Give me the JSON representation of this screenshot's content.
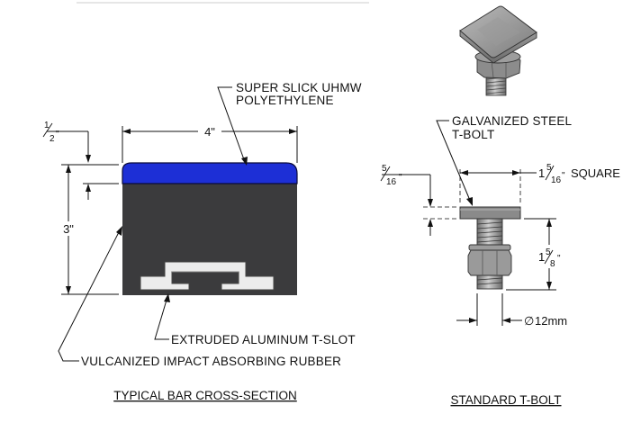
{
  "labels": {
    "uhmw_line1": "SUPER SLICK UHMW",
    "uhmw_line2": "POLYETHYLENE",
    "tslot": "EXTRUDED ALUMINUM T-SLOT",
    "rubber": "VULCANIZED IMPACT ABSORBING RUBBER",
    "tbolt_line1": "GALVANIZED STEEL",
    "tbolt_line2": "T-BOLT"
  },
  "dimensions": {
    "width": "4\"",
    "height": "3\"",
    "uhmw_thickness": {
      "whole": "",
      "num": "1",
      "den": "2",
      "unit": "\""
    },
    "head_thickness": {
      "whole": "",
      "num": "5",
      "den": "16",
      "unit": "\""
    },
    "head_size": {
      "whole": "1",
      "num": "5",
      "den": "16",
      "unit": "\"",
      "suffix": "SQUARE"
    },
    "bolt_length": {
      "whole": "1",
      "num": "5",
      "den": "8",
      "unit": "\""
    },
    "diameter_symbol": "∅",
    "diameter": "12mm"
  },
  "titles": {
    "cross_section": "TYPICAL BAR CROSS-SECTION",
    "tbolt": "STANDARD T-BOLT"
  },
  "colors": {
    "uhmw": "#1d2fd6",
    "rubber": "#3b3b3d",
    "aluminum": "#ececec",
    "steel": "#8a8a8a",
    "line": "#111111"
  }
}
